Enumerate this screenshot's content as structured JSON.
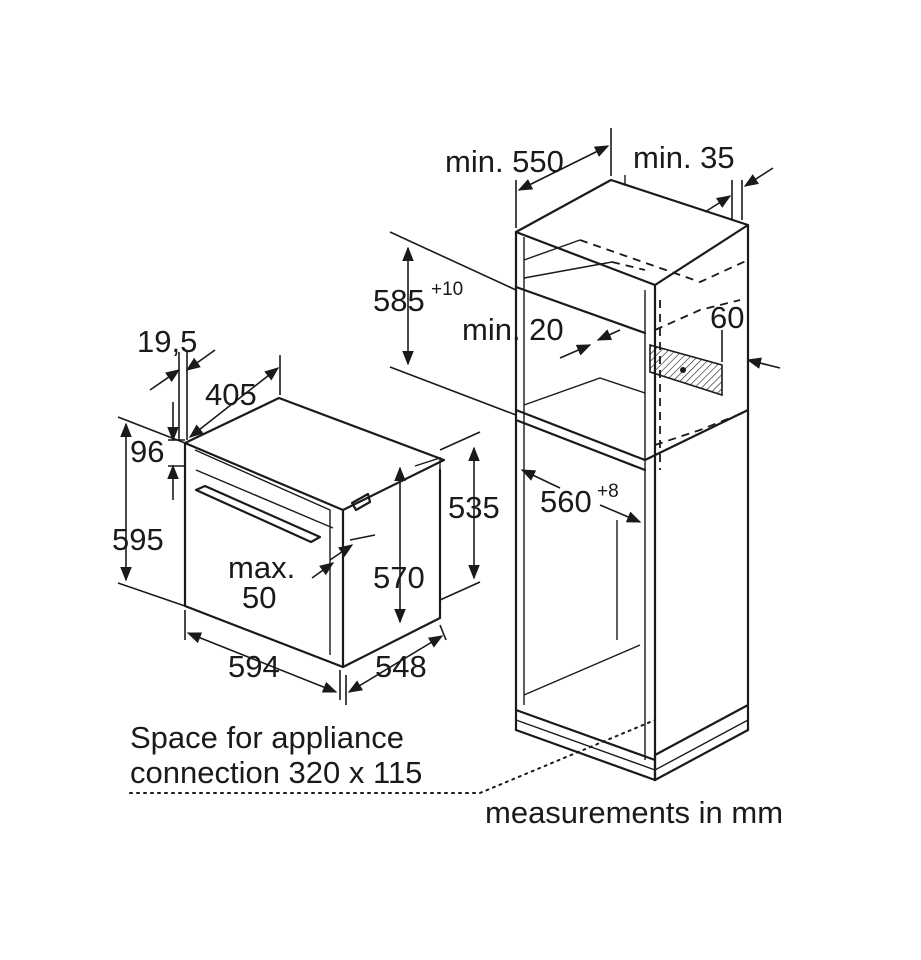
{
  "dimensions": {
    "d_19_5": "19,5",
    "d_405": "405",
    "d_96": "96",
    "d_595": "595",
    "d_max": "max.",
    "d_50": "50",
    "d_570": "570",
    "d_535": "535",
    "d_594": "594",
    "d_548": "548",
    "d_min550": "min. 550",
    "d_min35": "min. 35",
    "d_585": "585",
    "d_585_tol": "+10",
    "d_min20": "min. 20",
    "d_60": "60",
    "d_560": "560",
    "d_560_tol": "+8"
  },
  "notes": {
    "space_line1": "Space for appliance",
    "space_line2": "connection 320 x 115",
    "units": "measurements in mm"
  }
}
